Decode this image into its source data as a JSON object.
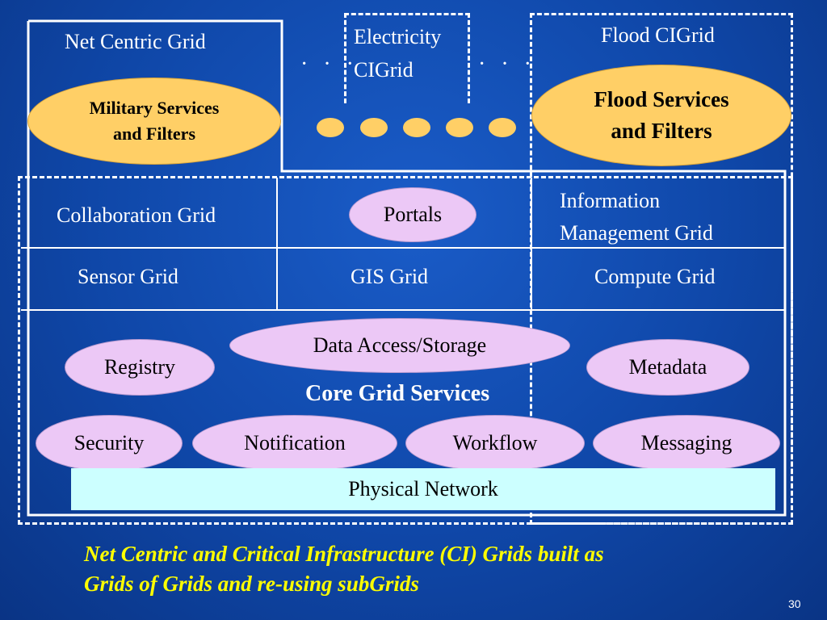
{
  "grids": {
    "net_centric": "Net Centric Grid",
    "electricity_line1": "Electricity",
    "electricity_line2": "CIGrid",
    "flood": "Flood CIGrid",
    "collaboration": "Collaboration Grid",
    "information_line1": "Information",
    "information_line2": "Management Grid",
    "sensor": "Sensor Grid",
    "gis": "GIS Grid",
    "compute": "Compute Grid"
  },
  "services": {
    "military_line1": "Military Services",
    "military_line2": "and Filters",
    "flood_line1": "Flood Services",
    "flood_line2": "and Filters",
    "portals": "Portals",
    "data_access": "Data Access/Storage",
    "registry": "Registry",
    "metadata": "Metadata",
    "security": "Security",
    "notification": "Notification",
    "workflow": "Workflow",
    "messaging": "Messaging"
  },
  "ellipsis": "· · ·",
  "core_label": "Core Grid Services",
  "physical_network": "Physical Network",
  "caption_line1": "Net Centric and Critical Infrastructure (CI) Grids built as",
  "caption_line2": "Grids of Grids and re-using subGrids",
  "slide_number": "30",
  "colors": {
    "background": "#0f47a8",
    "service_orange": "#ffcf66",
    "service_lilac": "#ecc8f6",
    "physical_network": "#ccffff",
    "caption": "#ffff00"
  }
}
